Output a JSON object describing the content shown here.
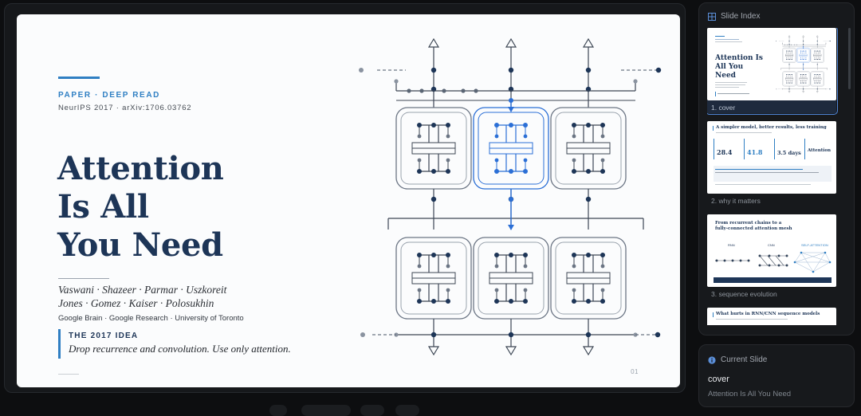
{
  "slide": {
    "eyebrow": "PAPER · DEEP READ",
    "venue": "NeurIPS 2017 · arXiv:1706.03762",
    "title_lines": [
      "Attention",
      "Is All",
      "You Need"
    ],
    "authors_lines": [
      "Vaswani · Shazeer · Parmar · Uszkoreit",
      "Jones · Gomez · Kaiser · Polosukhin"
    ],
    "affiliations": "Google Brain · Google Research · University of Toronto",
    "idea_label": "THE 2017 IDEA",
    "idea_text": "Drop recurrence and convolution. Use only attention.",
    "page_number": "01",
    "colors": {
      "accent": "#2f7fc3",
      "title": "#1d3557",
      "highlight": "#2b6fd6"
    }
  },
  "slide_index": {
    "title": "Slide Index",
    "icon": "grid-icon",
    "thumbnails": [
      {
        "label": "1. cover",
        "active": true,
        "mini_title": "Attention Is All You Need"
      },
      {
        "label": "2. why it matters",
        "active": false,
        "mini_title": "A simpler model, better results, less training",
        "stats": [
          "28.4",
          "41.8",
          "3.5 days",
          "Attention"
        ]
      },
      {
        "label": "3. sequence evolution",
        "active": false,
        "mini_title": "From recurrent chains to a fully-connected attention mesh",
        "col_labels": [
          "RNN",
          "CNN",
          "SELF-ATTENTION"
        ]
      },
      {
        "label": "",
        "active": false,
        "mini_title": "What hurts in RNN/CNN sequence models"
      }
    ]
  },
  "current_slide": {
    "title": "Current Slide",
    "icon": "info-icon",
    "name": "cover",
    "subtitle": "Attention Is All You Need"
  }
}
